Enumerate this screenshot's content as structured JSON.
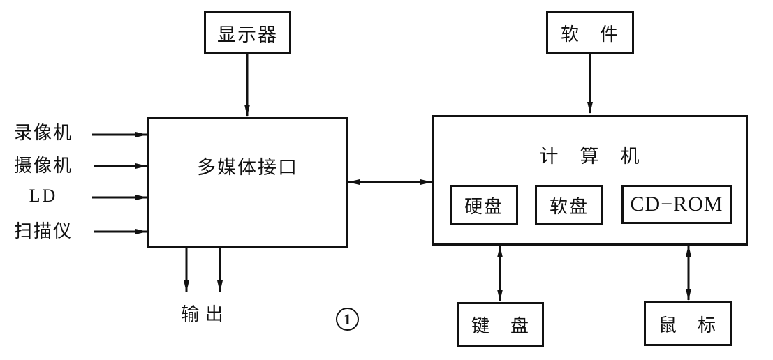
{
  "diagram": {
    "background_color": "#ffffff",
    "ink_color": "#111111",
    "figure_number": "1",
    "output_label": "输 出"
  },
  "nodes": {
    "display": "显示器",
    "software": "软　件",
    "multimedia_interface": "多媒体接口",
    "computer": "计　算　机",
    "hard_disk": "硬盘",
    "floppy_disk": "软盘",
    "cdrom": "CD−ROM",
    "keyboard": "键　盘",
    "mouse": "鼠　标"
  },
  "input_devices": [
    "录像机",
    "摄像机",
    "LD",
    "扫描仪"
  ]
}
